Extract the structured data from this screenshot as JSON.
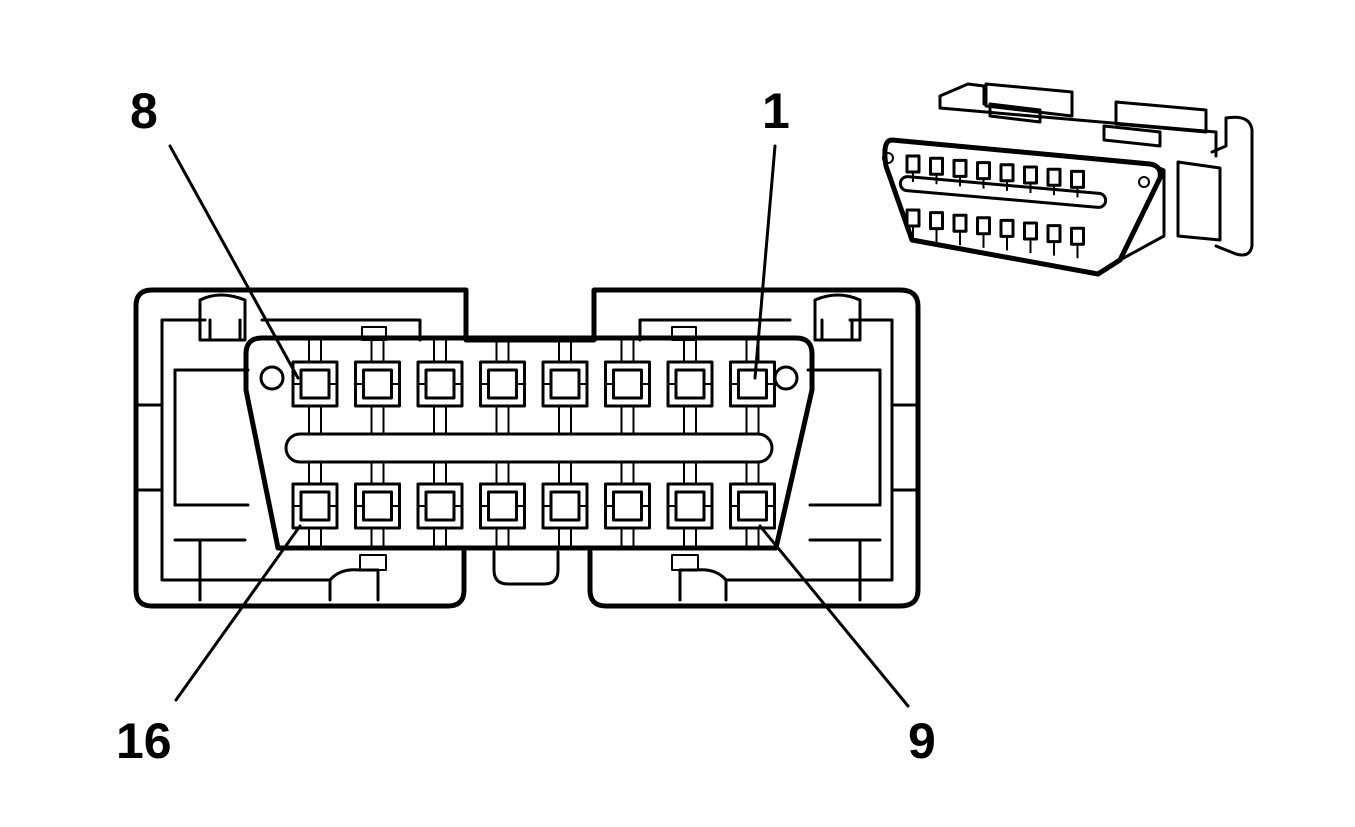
{
  "diagram": {
    "pin_labels": {
      "top_left": "8",
      "top_right": "1",
      "bottom_left": "16",
      "bottom_right": "9"
    },
    "pins_per_row": 8,
    "rows": 2
  }
}
